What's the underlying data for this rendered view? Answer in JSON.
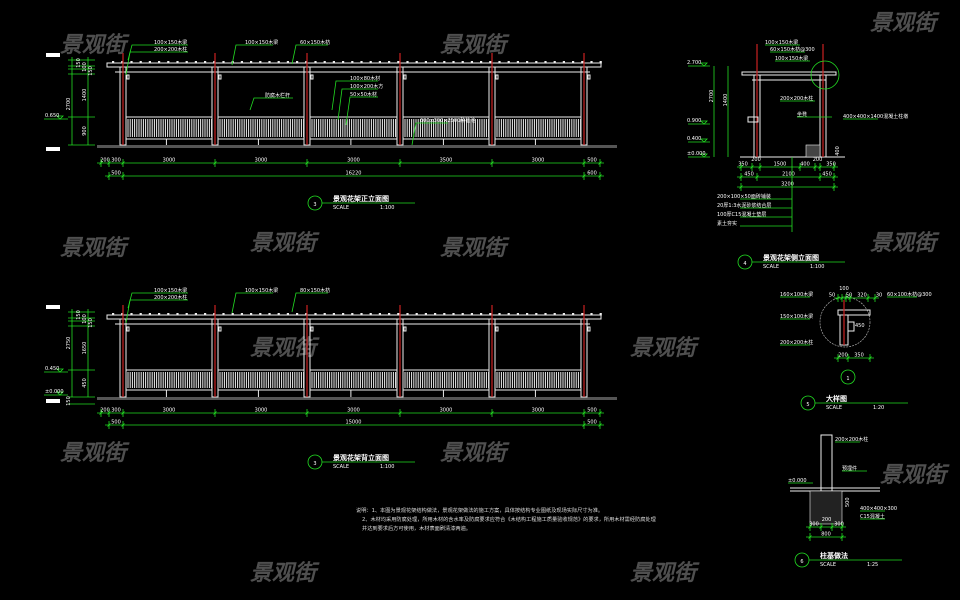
{
  "watermark": "景观街",
  "colors": {
    "background": "#000000",
    "dimension": "#22dd22",
    "structure": "#eeeeee",
    "post": "#cc2222",
    "ground": "#555555",
    "watermark": "#6a6a6a"
  },
  "front_elevation": {
    "number": "3",
    "title": "景观花架正立面图",
    "scale_label": "SCALE",
    "scale": "1:100",
    "callouts": [
      "100×150木梁",
      "200×200木柱",
      "100×150木梁",
      "60×150木枋",
      "100×80木材",
      "100×200木方",
      "50×50木材",
      "防腐木栏杆",
      "600×300×2500种植池"
    ],
    "levels": [
      "0.650"
    ],
    "vertical_dims": [
      "150",
      "100",
      "150",
      "1400",
      "900",
      "2700"
    ],
    "dims_row1": [
      "200",
      "300",
      "3000",
      "3000",
      "3000",
      "3500",
      "3000",
      "500"
    ],
    "dims_row2": [
      "500",
      "16220",
      "600"
    ]
  },
  "back_elevation": {
    "number": "3",
    "title": "景观花架背立面图",
    "scale_label": "SCALE",
    "scale": "1:100",
    "callouts": [
      "100×150木梁",
      "200×200木柱",
      "100×150木梁",
      "80×150木枋"
    ],
    "levels": [
      "0.450",
      "±0.000"
    ],
    "vertical_dims": [
      "150",
      "100",
      "150",
      "1650",
      "450",
      "2750",
      "150"
    ],
    "dims_row1": [
      "200",
      "300",
      "3000",
      "3000",
      "3000",
      "3000",
      "3000",
      "500"
    ],
    "dims_row2": [
      "500",
      "15000",
      "500"
    ]
  },
  "side_elevation": {
    "number": "4",
    "title": "景观花架侧立面图",
    "scale_label": "SCALE",
    "scale": "1:100",
    "callouts": [
      "100×150木梁",
      "60×150木枋@300",
      "100×150木梁",
      "200×200木柱",
      "坐凳",
      "400×400×1400混凝土柱墩"
    ],
    "levels": [
      "2.700",
      "0.900",
      "0.400",
      "±0.000"
    ],
    "vertical_dims": [
      "1400",
      "2700",
      "400"
    ],
    "dims_row1": [
      "350",
      "200",
      "1500",
      "400",
      "200",
      "350"
    ],
    "dims_row2": [
      "450",
      "2100",
      "450"
    ],
    "dims_row3": [
      "3200"
    ],
    "layers": [
      "200×100×50面砖铺装",
      "20厚1:3水泥砂浆结合层",
      "100厚C15混凝土垫层",
      "素土夯实"
    ]
  },
  "detail": {
    "number": "5",
    "marker": "1",
    "title": "大样图",
    "scale_label": "SCALE",
    "scale": "1:20",
    "callouts": [
      "160×100木梁",
      "150×100木梁",
      "200×200木柱",
      "60×100木枋@300"
    ],
    "dims_top": [
      "50",
      "100",
      "50",
      "320",
      "30"
    ],
    "dims_bottom": [
      "200",
      "350"
    ],
    "dims_inner": [
      "450"
    ]
  },
  "footing": {
    "number": "6",
    "title": "柱基做法",
    "scale_label": "SCALE",
    "scale": "1:25",
    "callouts": [
      "200×200木柱",
      "预埋件",
      "±0.000",
      "400×400×300",
      "C15混凝土"
    ],
    "dims_row1": [
      "300",
      "200",
      "300"
    ],
    "dims_row2": [
      "800"
    ],
    "vertical_dims": [
      "500"
    ]
  },
  "notes": [
    "说明：1、本图为景观花架结构做法，景观花架做法的施工方案，具体按结构专业图纸及现场实际尺寸为准。",
    "2、木材均采用防腐处理，所用木材的含水率及防腐要求应符合《木结构工程施工质量验收规范》的要求，所用木材需经防腐处理",
    "并达到要求后方可使用，木材表面刷清漆两遍。"
  ]
}
